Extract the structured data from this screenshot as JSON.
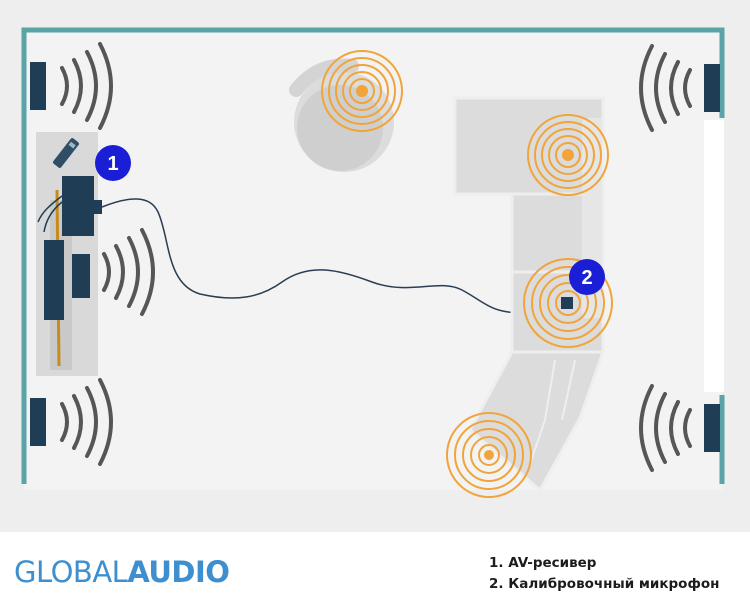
{
  "logo": {
    "part1": "GLOBAL",
    "part2": "AUDIO"
  },
  "legend": [
    "1. AV-ресивер",
    "2. Калибровочный микрофон"
  ],
  "markers": [
    {
      "id": "marker-1",
      "label": "1"
    },
    {
      "id": "marker-2",
      "label": "2"
    }
  ],
  "colors": {
    "wall": "#5aa3a7",
    "speaker": "#1f3d54",
    "wave": "#565656",
    "listening_rings": "#f0a43a",
    "marker": "#1a1fd6",
    "furniture": "#dcdcdc",
    "floor": "#f2f2f2",
    "cable": "#2a3d52"
  }
}
